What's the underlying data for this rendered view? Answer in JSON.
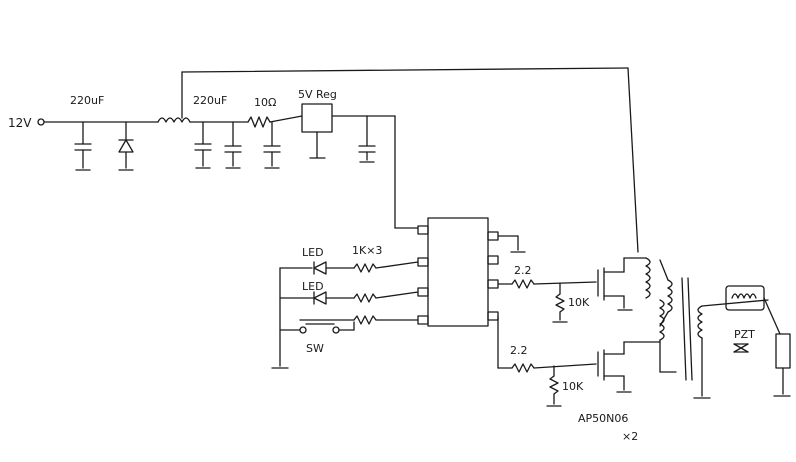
{
  "labels": {
    "input_voltage": "12V",
    "cap_1": "220uF",
    "cap_2": "220uF",
    "resistor_10": "10Ω",
    "regulator": "5V Reg",
    "led_1": "LED",
    "led_2": "LED",
    "led_resistors": "1K×3",
    "switch": "SW",
    "gate_resistor_top": "2.2",
    "gate_resistor_bottom": "2.2",
    "pulldown_top": "10K",
    "pulldown_bottom": "10K",
    "mosfet_part": "AP50N06",
    "mosfet_qty": "×2",
    "piezo": "PZT"
  }
}
